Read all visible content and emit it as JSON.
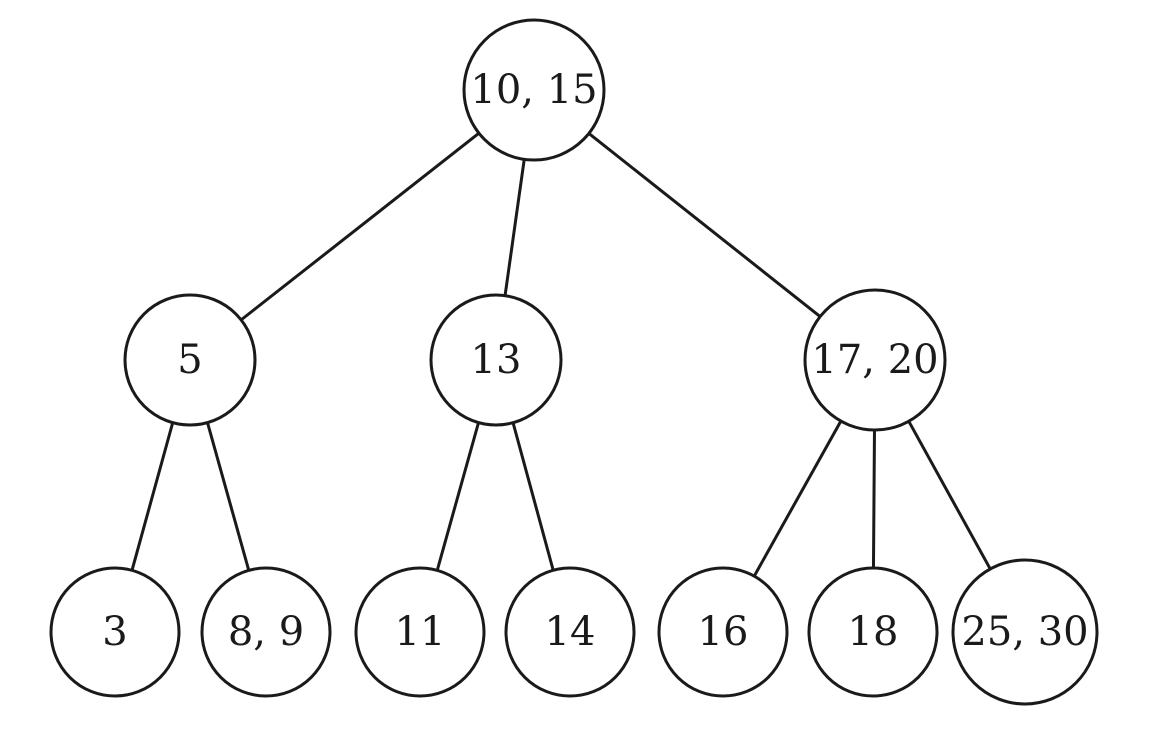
{
  "tree": {
    "nodes": [
      {
        "id": "root",
        "label": "10, 15"
      },
      {
        "id": "n5",
        "label": "5"
      },
      {
        "id": "n13",
        "label": "13"
      },
      {
        "id": "n1720",
        "label": "17, 20"
      },
      {
        "id": "n3",
        "label": "3"
      },
      {
        "id": "n89",
        "label": "8, 9"
      },
      {
        "id": "n11",
        "label": "11"
      },
      {
        "id": "n14",
        "label": "14"
      },
      {
        "id": "n16",
        "label": "16"
      },
      {
        "id": "n18",
        "label": "18"
      },
      {
        "id": "n2530",
        "label": "25, 30"
      }
    ],
    "edges": [
      [
        "root",
        "n5"
      ],
      [
        "root",
        "n13"
      ],
      [
        "root",
        "n1720"
      ],
      [
        "n5",
        "n3"
      ],
      [
        "n5",
        "n89"
      ],
      [
        "n13",
        "n11"
      ],
      [
        "n13",
        "n14"
      ],
      [
        "n1720",
        "n16"
      ],
      [
        "n1720",
        "n18"
      ],
      [
        "n1720",
        "n2530"
      ]
    ]
  }
}
